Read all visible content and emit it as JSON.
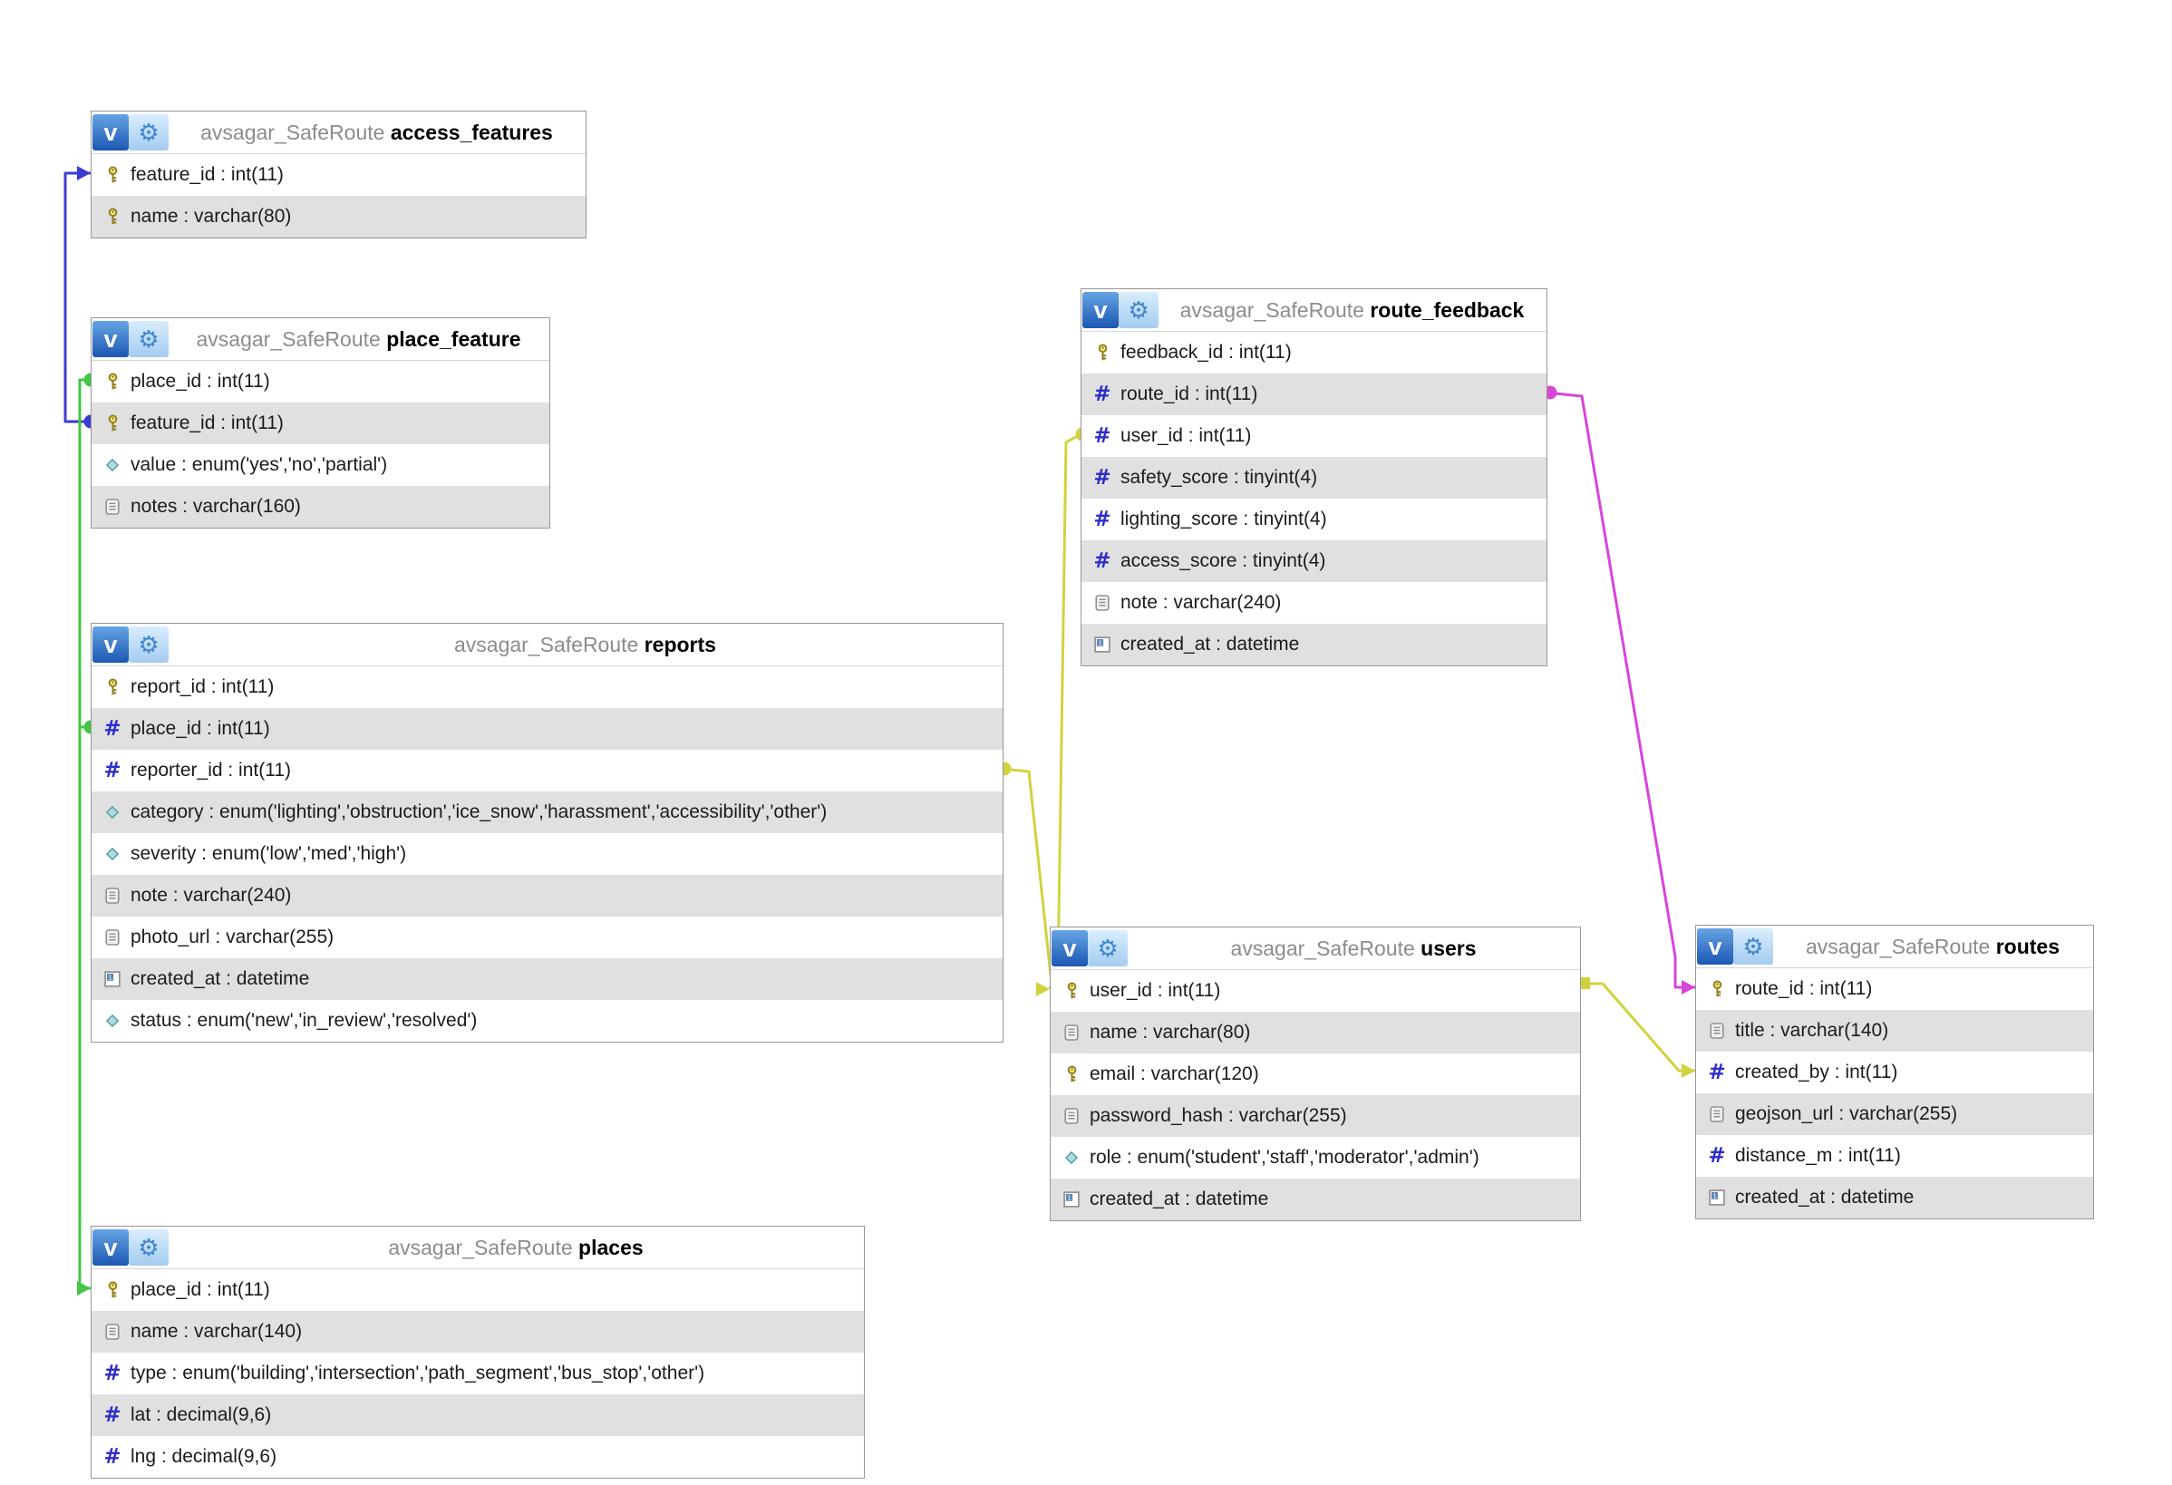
{
  "diagram": {
    "schema": "avsagar_SafeRoute",
    "icons": {
      "key": "primary-key-icon",
      "hash": "index-icon",
      "text": "text-field-icon",
      "calendar": "datetime-icon",
      "enum": "enum-icon",
      "v": "toggle-view-icon",
      "gear": "table-options-gear-icon"
    },
    "tables": [
      {
        "id": "access_features",
        "prefix": "avsagar_SafeRoute",
        "name": "access_features",
        "columns": [
          {
            "icon": "key",
            "text": "feature_id : int(11)"
          },
          {
            "icon": "key",
            "text": "name : varchar(80)"
          }
        ]
      },
      {
        "id": "place_feature",
        "prefix": "avsagar_SafeRoute",
        "name": "place_feature",
        "columns": [
          {
            "icon": "key",
            "text": "place_id : int(11)"
          },
          {
            "icon": "key",
            "text": "feature_id : int(11)"
          },
          {
            "icon": "enum",
            "text": "value : enum('yes','no','partial')"
          },
          {
            "icon": "text",
            "text": "notes : varchar(160)"
          }
        ]
      },
      {
        "id": "reports",
        "prefix": "avsagar_SafeRoute",
        "name": "reports",
        "columns": [
          {
            "icon": "key",
            "text": "report_id : int(11)"
          },
          {
            "icon": "hash",
            "text": "place_id : int(11)"
          },
          {
            "icon": "hash",
            "text": "reporter_id : int(11)"
          },
          {
            "icon": "enum",
            "text": "category : enum('lighting','obstruction','ice_snow','harassment','accessibility','other')"
          },
          {
            "icon": "enum",
            "text": "severity : enum('low','med','high')"
          },
          {
            "icon": "text",
            "text": "note : varchar(240)"
          },
          {
            "icon": "text",
            "text": "photo_url : varchar(255)"
          },
          {
            "icon": "calendar",
            "text": "created_at : datetime"
          },
          {
            "icon": "enum",
            "text": "status : enum('new','in_review','resolved')"
          }
        ]
      },
      {
        "id": "route_feedback",
        "prefix": "avsagar_SafeRoute",
        "name": "route_feedback",
        "columns": [
          {
            "icon": "key",
            "text": "feedback_id : int(11)"
          },
          {
            "icon": "hash",
            "text": "route_id : int(11)"
          },
          {
            "icon": "hash",
            "text": "user_id : int(11)"
          },
          {
            "icon": "hash",
            "text": "safety_score : tinyint(4)"
          },
          {
            "icon": "hash",
            "text": "lighting_score : tinyint(4)"
          },
          {
            "icon": "hash",
            "text": "access_score : tinyint(4)"
          },
          {
            "icon": "text",
            "text": "note : varchar(240)"
          },
          {
            "icon": "calendar",
            "text": "created_at : datetime"
          }
        ]
      },
      {
        "id": "users",
        "prefix": "avsagar_SafeRoute",
        "name": "users",
        "columns": [
          {
            "icon": "key",
            "text": "user_id : int(11)"
          },
          {
            "icon": "text",
            "text": "name : varchar(80)"
          },
          {
            "icon": "key",
            "text": "email : varchar(120)"
          },
          {
            "icon": "text",
            "text": "password_hash : varchar(255)"
          },
          {
            "icon": "enum",
            "text": "role : enum('student','staff','moderator','admin')"
          },
          {
            "icon": "calendar",
            "text": "created_at : datetime"
          }
        ]
      },
      {
        "id": "places",
        "prefix": "avsagar_SafeRoute",
        "name": "places",
        "columns": [
          {
            "icon": "key",
            "text": "place_id : int(11)"
          },
          {
            "icon": "text",
            "text": "name : varchar(140)"
          },
          {
            "icon": "hash",
            "text": "type : enum('building','intersection','path_segment','bus_stop','other')"
          },
          {
            "icon": "hash",
            "text": "lat : decimal(9,6)"
          },
          {
            "icon": "hash",
            "text": "lng : decimal(9,6)"
          }
        ]
      },
      {
        "id": "routes",
        "prefix": "avsagar_SafeRoute",
        "name": "routes",
        "columns": [
          {
            "icon": "key",
            "text": "route_id : int(11)"
          },
          {
            "icon": "text",
            "text": "title : varchar(140)"
          },
          {
            "icon": "hash",
            "text": "created_by : int(11)"
          },
          {
            "icon": "text",
            "text": "geojson_url : varchar(255)"
          },
          {
            "icon": "hash",
            "text": "distance_m : int(11)"
          },
          {
            "icon": "calendar",
            "text": "created_at : datetime"
          }
        ]
      }
    ],
    "relations": [
      {
        "from": "place_feature.feature_id",
        "to": "access_features.feature_id",
        "color": "#3c3cd0"
      },
      {
        "from": "place_feature.place_id",
        "to": "places.place_id",
        "color": "#44c544"
      },
      {
        "from": "reports.place_id",
        "to": "places.place_id",
        "color": "#44c544"
      },
      {
        "from": "reports.reporter_id",
        "to": "users.user_id",
        "color": "#d2d23e"
      },
      {
        "from": "route_feedback.user_id",
        "to": "users.user_id",
        "color": "#d2d23e"
      },
      {
        "from": "route_feedback.route_id",
        "to": "routes.route_id",
        "color": "#d845d8"
      },
      {
        "from": "routes.created_by",
        "to": "users.user_id",
        "color": "#d2d23e"
      }
    ]
  }
}
